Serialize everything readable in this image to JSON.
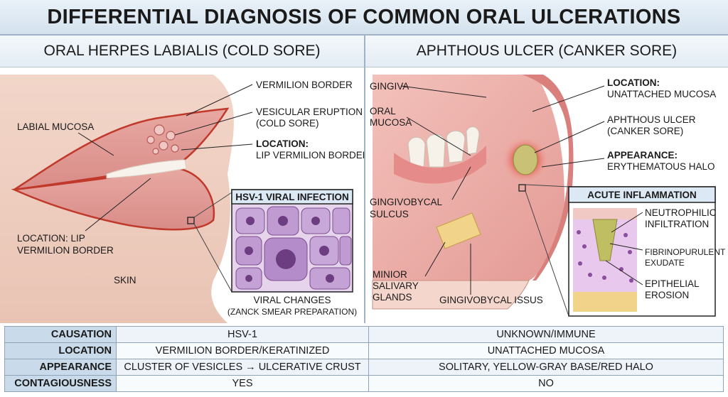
{
  "title": "DIFFERENTIAL DIAGNOSIS OF COMMON ORAL ULCERATIONS",
  "left_panel": {
    "heading": "ORAL HERPES LABIALIS (COLD SORE)",
    "labels": {
      "vermilion_border": "VERMILION BORDER",
      "vesicular_eruption_1": "VESICULAR ERUPTION",
      "vesicular_eruption_2": "(COLD SORE)",
      "location_title": "LOCATION:",
      "location_value": "LIP VERMILION BORDER",
      "labial_mucosa": "LABIAL MUCOSA",
      "location_lip_1": "LOCATION: LIP",
      "location_lip_2": "VERMILION BORDER",
      "skin": "SKIN"
    },
    "inset": {
      "title": "HSV-1 VIRAL INFECTION",
      "caption_1": "VIRAL CHANGES",
      "caption_2": "(ZANCK SMEAR PREPARATION)"
    }
  },
  "right_panel": {
    "heading": "APHTHOUS ULCER (CANKER SORE)",
    "labels": {
      "gingiva": "GINGIVA",
      "oral_mucosa_1": "ORAL",
      "oral_mucosa_2": "MUCOSA",
      "sulcus_1": "GINGIVOBYCAL",
      "sulcus_2": "SULCUS",
      "minor_1": "MINIOR",
      "minor_2": "SALIVARY",
      "minor_3": "GLANDS",
      "issus": "GINGIVOBYCAL ISSUS",
      "location_title": "LOCATION:",
      "location_value": "UNATTACHED MUCOSA",
      "ulcer_1": "APHTHOUS ULCER",
      "ulcer_2": "(CANKER SORE)",
      "appearance_title": "APPEARANCE:",
      "appearance_value": "ERYTHEMATOUS HALO"
    },
    "inset": {
      "title": "ACUTE INFLAMMATION",
      "neutro_1": "NEUTROPHILIC",
      "neutro_2": "INFILTRATION",
      "fibrin_1": "FIBRINOPURULENT",
      "fibrin_2": "EXUDATE",
      "erosion_1": "EPITHELIAL",
      "erosion_2": "EROSION"
    }
  },
  "table": {
    "rows": [
      {
        "header": "CAUSATION",
        "left": "HSV-1",
        "right": "UNKNOWN/IMMUNE"
      },
      {
        "header": "LOCATION",
        "left": "VERMILION BORDER/KERATINIZED",
        "right": "UNATTACHED MUCOSA"
      },
      {
        "header": "APPEARANCE",
        "left": "CLUSTER OF VESICLES → ULCERATIVE CRUST",
        "right": "SOLITARY, YELLOW-GRAY BASE/RED HALO"
      },
      {
        "header": "CONTAGIOUSNESS",
        "left": "YES",
        "right": "NO"
      }
    ]
  }
}
